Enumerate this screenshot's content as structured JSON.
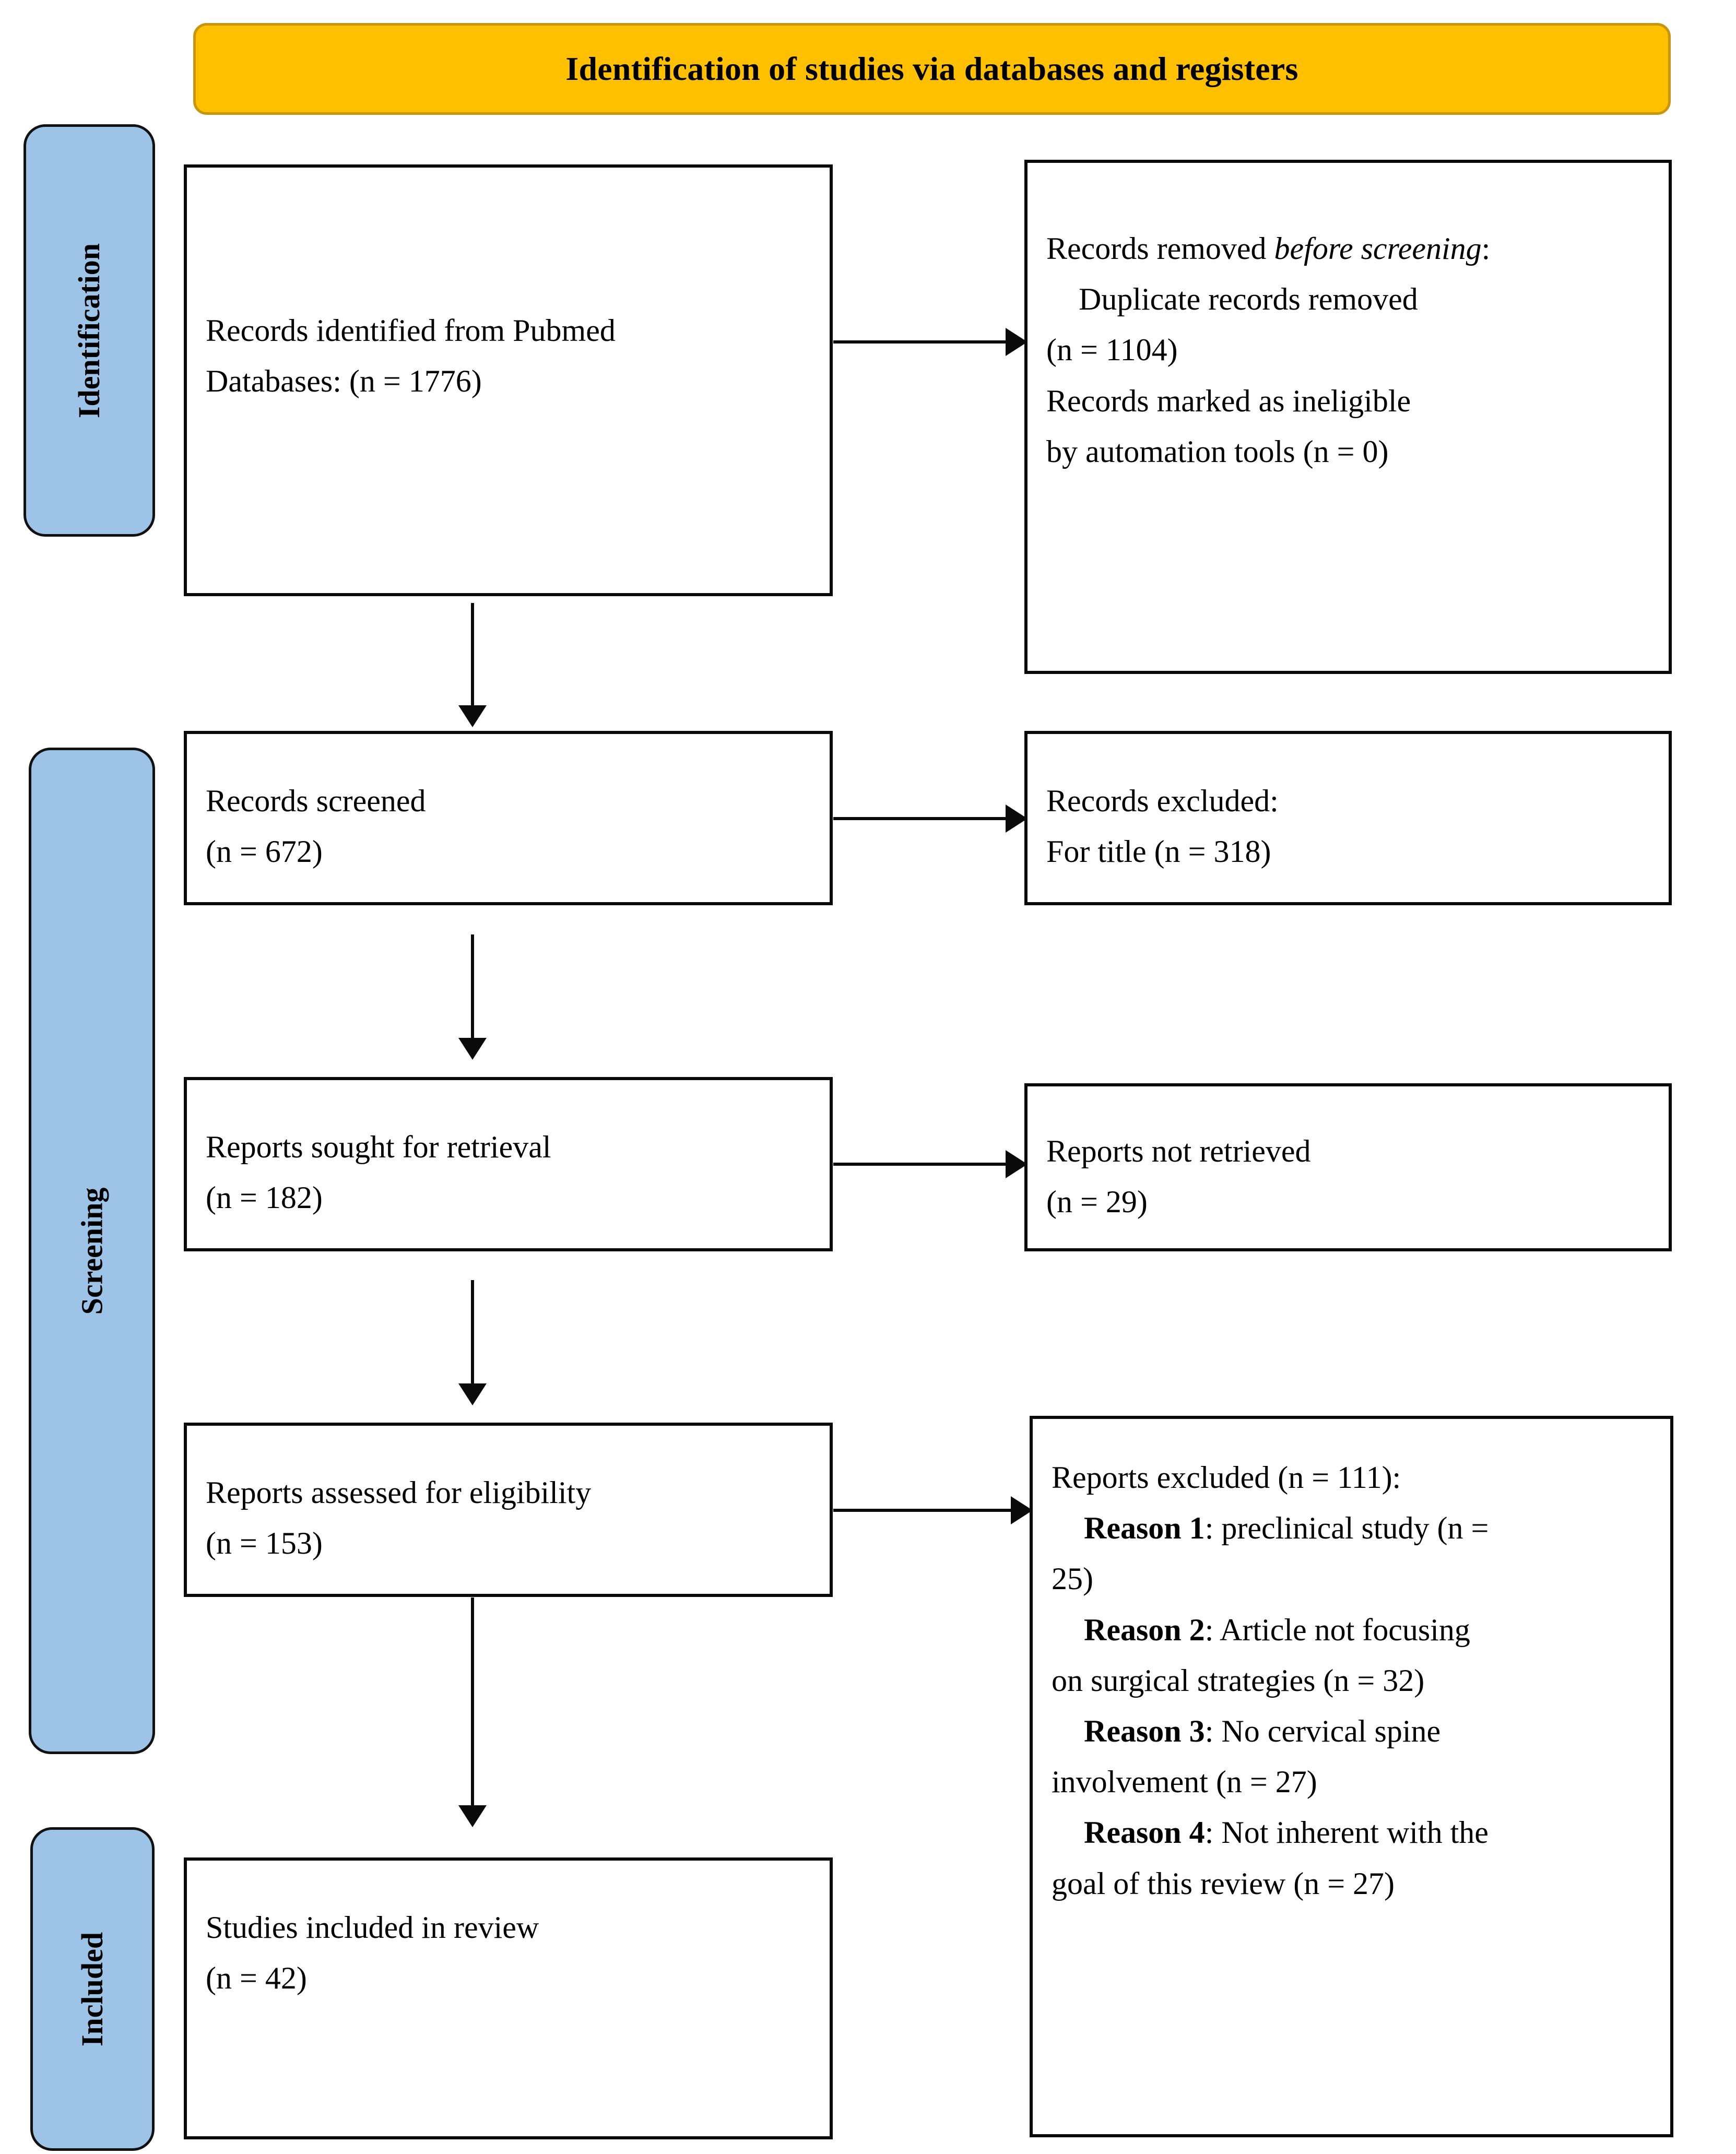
{
  "diagram": {
    "type": "prisma-flow-diagram",
    "banner": {
      "title": "Identification of studies via databases and registers",
      "fill_color": "#FFC000",
      "border_color": "#C8960C"
    },
    "stages": [
      {
        "id": "identification",
        "label": "Identification",
        "fill_color": "#9DC3E6"
      },
      {
        "id": "screening",
        "label": "Screening",
        "fill_color": "#9DC3E6"
      },
      {
        "id": "included",
        "label": "Included",
        "fill_color": "#9DC3E6"
      }
    ],
    "boxes": {
      "identified": {
        "line1": "Records identified from Pubmed",
        "line2": "Databases: (n = 1776)"
      },
      "removed_before_screening": {
        "heading_plain": "Records removed ",
        "heading_italic": "before screening",
        "heading_tail": ":",
        "item1_line1": "Duplicate records removed",
        "item1_line2": "(n = 1104)",
        "item2_line1": "Records marked as ineligible",
        "item2_line2": "by automation tools (n = 0)"
      },
      "screened": {
        "line1": "Records screened",
        "line2": "(n = 672)"
      },
      "records_excluded": {
        "line1": "Records excluded:",
        "line2": "For title (n = 318)"
      },
      "sought_retrieval": {
        "line1": "Reports sought for retrieval",
        "line2": "(n = 182)"
      },
      "not_retrieved": {
        "line1": "Reports not retrieved",
        "line2": "(n = 29)"
      },
      "assessed_eligibility": {
        "line1": "Reports assessed for eligibility",
        "line2": "(n = 153)"
      },
      "reports_excluded": {
        "heading": "Reports excluded (n = 111):",
        "reasons": [
          {
            "label": "Reason 1",
            "line1": ": preclinical study (n =",
            "line2": "25)"
          },
          {
            "label": "Reason 2",
            "line1": ": Article not focusing",
            "line2": "on surgical strategies (n = 32)"
          },
          {
            "label": "Reason 3",
            "line1": ": No cervical spine",
            "line2": "involvement (n = 27)"
          },
          {
            "label": "Reason 4",
            "line1": ": Not inherent with the",
            "line2": "goal of this review (n = 27)"
          }
        ]
      },
      "included_in_review": {
        "line1": "Studies included in review",
        "line2": "(n = 42)"
      }
    },
    "chart_data": {
      "type": "flow",
      "title": "Identification of studies via databases and registers",
      "nodes": [
        {
          "id": "identified",
          "stage": "Identification",
          "label": "Records identified from Pubmed Databases",
          "n": 1776
        },
        {
          "id": "duplicates_removed",
          "stage": "Identification",
          "label": "Duplicate records removed",
          "n": 1104
        },
        {
          "id": "ineligible_automation",
          "stage": "Identification",
          "label": "Records marked as ineligible by automation tools",
          "n": 0
        },
        {
          "id": "screened",
          "stage": "Screening",
          "label": "Records screened",
          "n": 672
        },
        {
          "id": "excluded_title",
          "stage": "Screening",
          "label": "Records excluded: For title",
          "n": 318
        },
        {
          "id": "sought_retrieval",
          "stage": "Screening",
          "label": "Reports sought for retrieval",
          "n": 182
        },
        {
          "id": "not_retrieved",
          "stage": "Screening",
          "label": "Reports not retrieved",
          "n": 29
        },
        {
          "id": "assessed_eligibility",
          "stage": "Screening",
          "label": "Reports assessed for eligibility",
          "n": 153
        },
        {
          "id": "reports_excluded",
          "stage": "Screening",
          "label": "Reports excluded",
          "n": 111
        },
        {
          "id": "reason_1",
          "stage": "Screening",
          "label": "Reason 1: preclinical study",
          "n": 25
        },
        {
          "id": "reason_2",
          "stage": "Screening",
          "label": "Reason 2: Article not focusing on surgical strategies",
          "n": 32
        },
        {
          "id": "reason_3",
          "stage": "Screening",
          "label": "Reason 3: No cervical spine involvement",
          "n": 27
        },
        {
          "id": "reason_4",
          "stage": "Screening",
          "label": "Reason 4: Not inherent with the goal of this review",
          "n": 27
        },
        {
          "id": "included_in_review",
          "stage": "Included",
          "label": "Studies included in review",
          "n": 42
        }
      ],
      "edges": [
        {
          "from": "identified",
          "to": "duplicates_removed",
          "direction": "right"
        },
        {
          "from": "identified",
          "to": "screened",
          "direction": "down"
        },
        {
          "from": "screened",
          "to": "excluded_title",
          "direction": "right"
        },
        {
          "from": "screened",
          "to": "sought_retrieval",
          "direction": "down"
        },
        {
          "from": "sought_retrieval",
          "to": "not_retrieved",
          "direction": "right"
        },
        {
          "from": "sought_retrieval",
          "to": "assessed_eligibility",
          "direction": "down"
        },
        {
          "from": "assessed_eligibility",
          "to": "reports_excluded",
          "direction": "right"
        },
        {
          "from": "assessed_eligibility",
          "to": "included_in_review",
          "direction": "down"
        }
      ]
    }
  }
}
